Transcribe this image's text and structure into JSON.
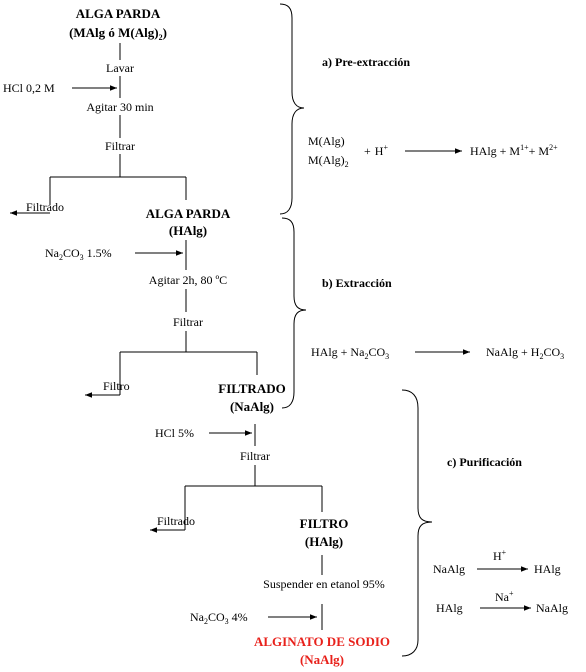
{
  "colors": {
    "ink": "#000000",
    "product": "#e8211b",
    "background": "#ffffff"
  },
  "stage1": {
    "start_title": "ALGA PARDA",
    "start_formula_a": "(MAlg ó M(Alg)",
    "start_formula_sub": "2",
    "start_formula_b": ")",
    "step_lavar": "Lavar",
    "reagent_hcl": "HCl 0,2 M",
    "step_agitar": "Agitar 30 min",
    "step_filtrar": "Filtrar",
    "out_left": "Filtrado",
    "product_title": "ALGA PARDA",
    "product_formula": "(HAlg)"
  },
  "stage2": {
    "reagent_a": "Na",
    "reagent_sub": "2",
    "reagent_b": "CO",
    "reagent_sub2": "3",
    "reagent_c": " 1.5%",
    "step_agitar": "Agitar 2h, 80 ºC",
    "step_filtrar": "Filtrar",
    "out_left": "Filtro",
    "product_title": "FILTRADO",
    "product_formula": "(NaAlg)"
  },
  "stage3": {
    "reagent_hcl": "HCl 5%",
    "step_filtrar": "Filtrar",
    "out_left": "Filtrado",
    "mid_title": "FILTRO",
    "mid_formula": "(HAlg)",
    "step_suspender": "Suspender en etanol 95%",
    "reagent_a": "Na",
    "reagent_sub": "2",
    "reagent_b": "CO",
    "reagent_sub2": "3",
    "reagent_c": " 4%",
    "final_title": "ALGINATO DE SODIO",
    "final_formula": "(NaAlg)"
  },
  "phases": {
    "a_label": "a) Pre-extracción",
    "b_label": "b) Extracción",
    "c_label": "c) Purificación"
  },
  "reactions": {
    "r1_reactant_top": "M(Alg)",
    "r1_reactant_bot": "M(Alg)",
    "r1_reactant_bot_sub": "2",
    "r1_plus": "+",
    "r1_h": "H",
    "r1_h_sup": "+",
    "r1_products": "HAlg + M",
    "r1_sup1": "1+",
    "r1_plus2": "+ M",
    "r1_sup2": "2+",
    "r2_left_a": "HAlg + Na",
    "r2_left_sub": "2",
    "r2_left_b": "CO",
    "r2_left_sub2": "3",
    "r2_right_a": "NaAlg + H",
    "r2_right_sub": "2",
    "r2_right_b": "CO",
    "r2_right_sub2": "3",
    "r3_left": "NaAlg",
    "r3_over": "H",
    "r3_over_sup": "+",
    "r3_right": "HAlg",
    "r4_left": "HAlg",
    "r4_over": "Na",
    "r4_over_sup": "+",
    "r4_right": "NaAlg"
  }
}
